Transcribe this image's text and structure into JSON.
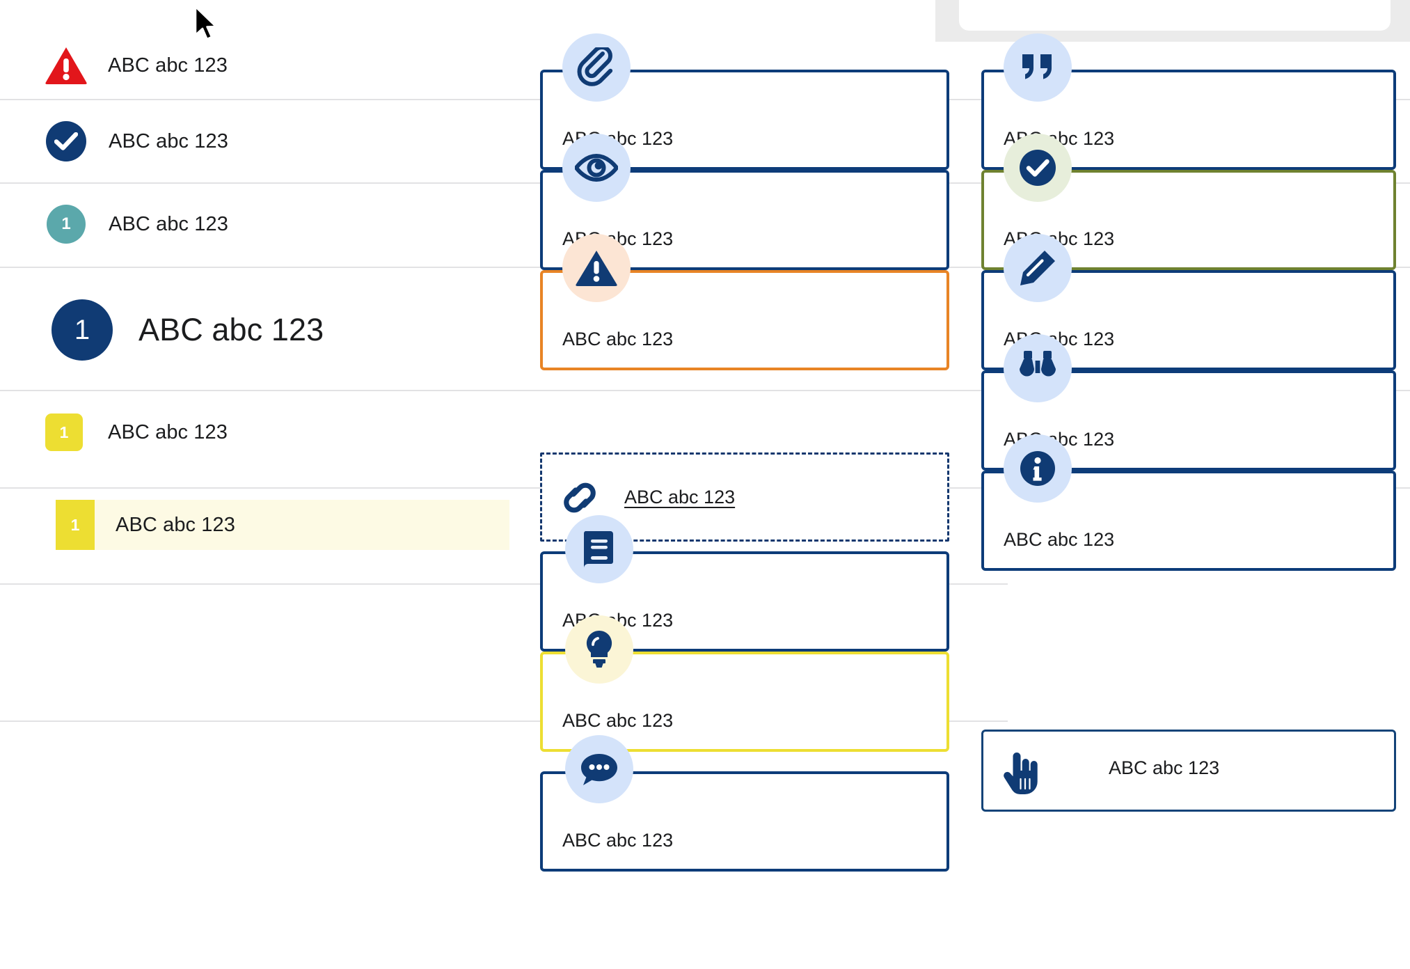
{
  "sample_text": "ABC abc 123",
  "colors": {
    "navy": "#0d3c79",
    "danger_red": "#e2161b",
    "teal": "#5ba8ab",
    "yellow": "#edde32",
    "orange": "#e88425",
    "olive_green": "#6f8230",
    "highlight_bg": "#fdfae4",
    "icon_bubble_blue": "#d4e3fa",
    "icon_bubble_peach": "#fce5d4",
    "icon_bubble_mint": "#e7eedb",
    "icon_bubble_cream": "#fbf5d6",
    "divider": "#e2e2e4",
    "top_band": "#ebebeb"
  },
  "legend": {
    "items": [
      {
        "icon": "warning-triangle-icon",
        "badge": "",
        "label": "ABC abc 123"
      },
      {
        "icon": "check-circle-icon",
        "badge": "",
        "label": "ABC abc 123"
      },
      {
        "icon": "number-badge-teal",
        "badge": "1",
        "label": "ABC abc 123"
      },
      {
        "icon": "number-badge-navy",
        "badge": "1",
        "label": "ABC abc 123"
      },
      {
        "icon": "number-badge-yellow",
        "badge": "1",
        "label": "ABC abc 123"
      },
      {
        "icon": "number-badge-yellow-selected",
        "badge": "1",
        "label": "ABC abc 123"
      }
    ]
  },
  "middle_column": {
    "cards": [
      {
        "icon": "paperclip-icon",
        "label": "ABC abc 123",
        "border": "navy"
      },
      {
        "icon": "eye-icon",
        "label": "ABC abc 123",
        "border": "navy"
      },
      {
        "icon": "warning-triangle-icon",
        "label": "ABC abc 123",
        "border": "orange"
      },
      {
        "icon": "link-chain-icon",
        "label": "ABC abc 123",
        "border": "dashed-navy"
      },
      {
        "icon": "book-icon",
        "label": "ABC abc 123",
        "border": "navy"
      },
      {
        "icon": "lightbulb-icon",
        "label": "ABC abc 123",
        "border": "yellow"
      },
      {
        "icon": "comment-bubble-icon",
        "label": "ABC abc 123",
        "border": "navy"
      }
    ]
  },
  "right_column": {
    "cards": [
      {
        "icon": "quote-marks-icon",
        "label": "ABC abc 123",
        "border": "navy"
      },
      {
        "icon": "check-circle-icon",
        "label": "ABC abc 123",
        "border": "olive-green"
      },
      {
        "icon": "pencil-icon",
        "label": "ABC abc 123",
        "border": "navy"
      },
      {
        "icon": "binoculars-icon",
        "label": "ABC abc 123",
        "border": "navy"
      },
      {
        "icon": "info-circle-icon",
        "label": "ABC abc 123",
        "border": "navy"
      },
      {
        "icon": "pointing-hand-icon",
        "label": "ABC abc 123",
        "border": "navy-thin"
      }
    ]
  }
}
